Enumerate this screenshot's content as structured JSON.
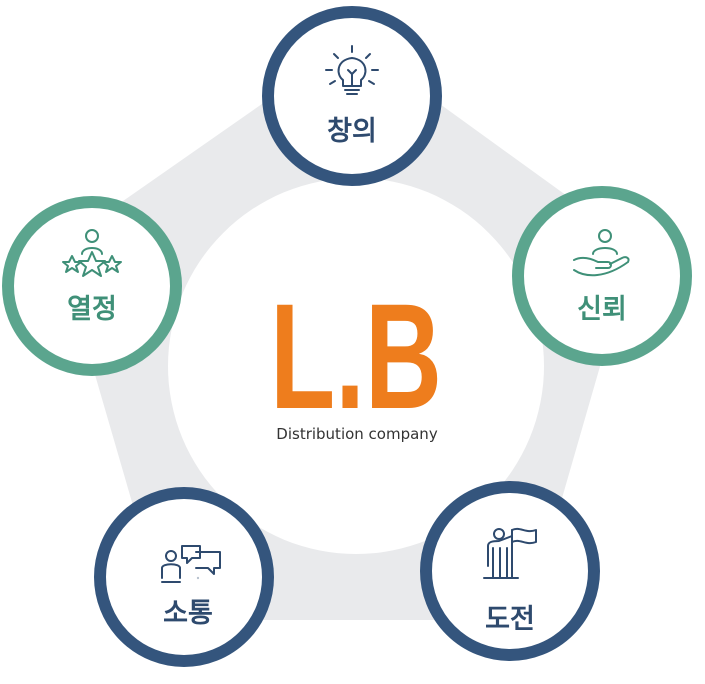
{
  "center": {
    "logo": "L.B",
    "subtitle": "Distribution company"
  },
  "nodes": [
    {
      "id": "top",
      "label": "창의",
      "icon": "lightbulb-icon",
      "ring_color": "#34557d"
    },
    {
      "id": "right",
      "label": "신뢰",
      "icon": "hand-person-icon",
      "ring_color": "#5ba58e"
    },
    {
      "id": "bottom-right",
      "label": "도전",
      "icon": "flag-person-icon",
      "ring_color": "#34557d"
    },
    {
      "id": "bottom-left",
      "label": "소통",
      "icon": "chat-people-icon",
      "ring_color": "#34557d"
    },
    {
      "id": "left",
      "label": "열정",
      "icon": "stars-person-icon",
      "ring_color": "#5ba58e"
    }
  ],
  "colors": {
    "logo": "#ee7d1d",
    "text_dark": "#2e4a6e",
    "text_green": "#3f9078",
    "pentagon_fill": "#e9eaec",
    "background": "#ffffff"
  }
}
